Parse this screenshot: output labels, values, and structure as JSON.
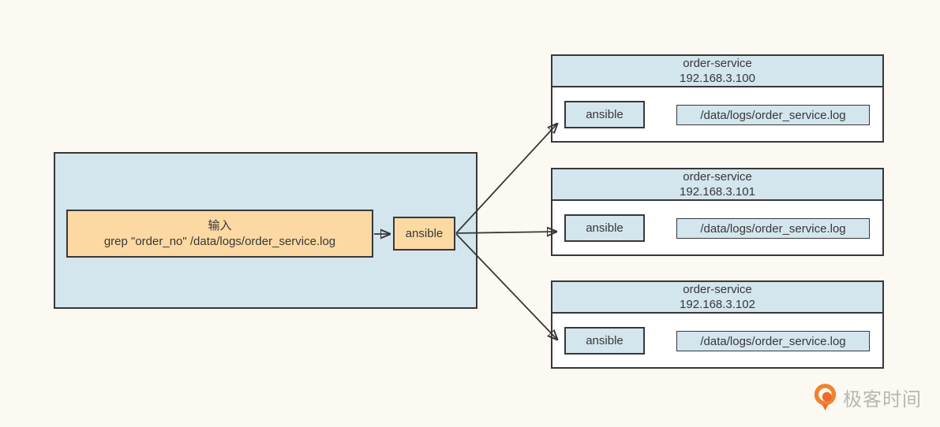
{
  "controller": {
    "input_title": "输入",
    "input_command": "grep \"order_no\" /data/logs/order_service.log",
    "ansible_label": "ansible"
  },
  "servers": [
    {
      "name": "order-service",
      "ip": "192.168.3.100",
      "agent_label": "ansible",
      "log_path": "/data/logs/order_service.log"
    },
    {
      "name": "order-service",
      "ip": "192.168.3.101",
      "agent_label": "ansible",
      "log_path": "/data/logs/order_service.log"
    },
    {
      "name": "order-service",
      "ip": "192.168.3.102",
      "agent_label": "ansible",
      "log_path": "/data/logs/order_service.log"
    }
  ],
  "branding": {
    "logo_icon": "geektime-logo-icon",
    "logo_text": "极客时间"
  },
  "colors": {
    "background": "#fbf9f1",
    "box_blue": "#d3e5ed",
    "box_orange": "#fcd9a2",
    "border": "#383838",
    "logo_orange": "#ee6a2b",
    "logo_text_gray": "#b9b6b3"
  }
}
